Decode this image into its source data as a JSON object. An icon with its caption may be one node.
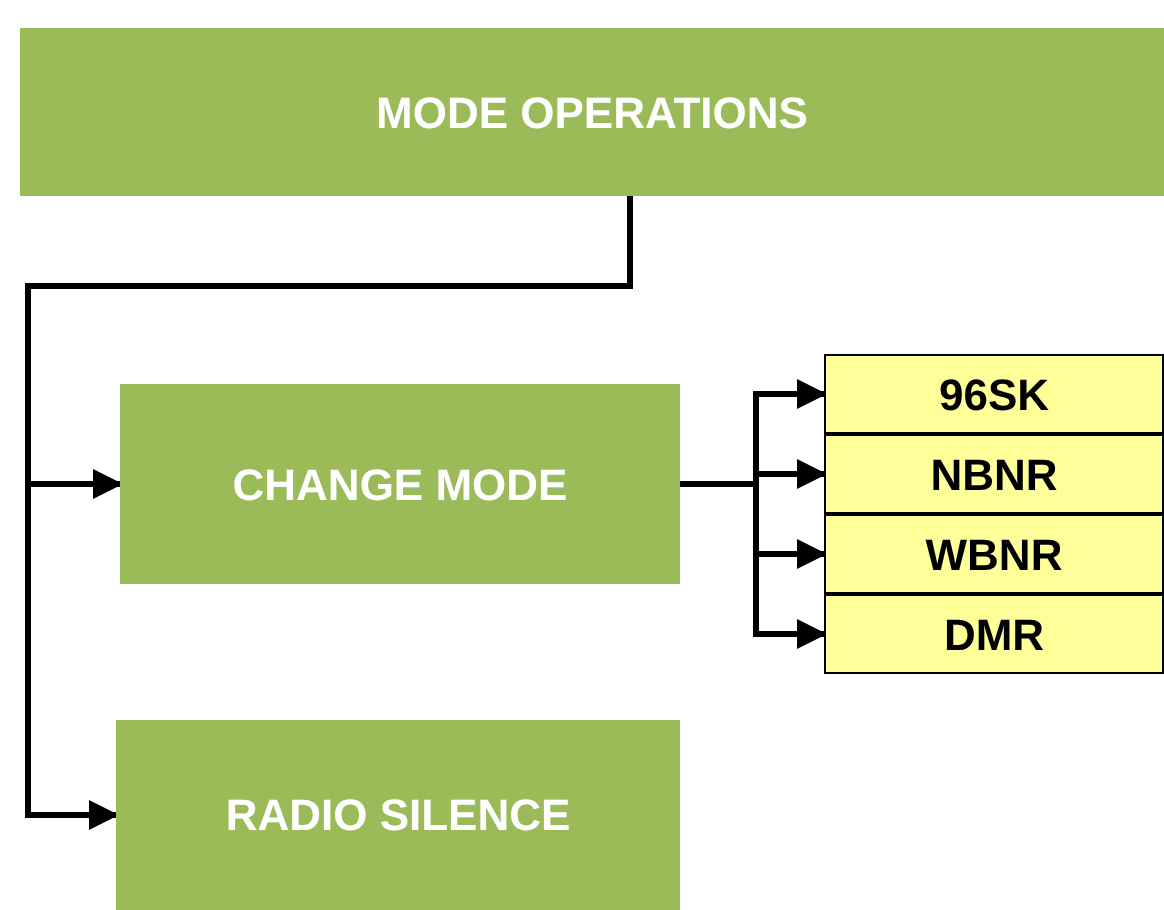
{
  "diagram": {
    "nodes": [
      {
        "text": [
          "MODE OPERATIONS"
        ]
      },
      {
        "text": [
          "CHANGE MODE"
        ]
      },
      {
        "text": [
          "RADIO SILENCE"
        ]
      },
      {
        "text": [
          "96SK"
        ]
      },
      {
        "text": [
          "NBNR"
        ]
      },
      {
        "text": [
          "WBNR"
        ]
      },
      {
        "text": [
          "DMR"
        ]
      }
    ],
    "edges": [
      {
        "from": 0,
        "to": 1,
        "arrow": "to"
      },
      {
        "from": 0,
        "to": 2,
        "arrow": "to"
      },
      {
        "from": 1,
        "to": 3,
        "arrow": "to"
      },
      {
        "from": 1,
        "to": 4,
        "arrow": "to"
      },
      {
        "from": 1,
        "to": 5,
        "arrow": "to"
      },
      {
        "from": 1,
        "to": 6,
        "arrow": "to"
      }
    ]
  }
}
